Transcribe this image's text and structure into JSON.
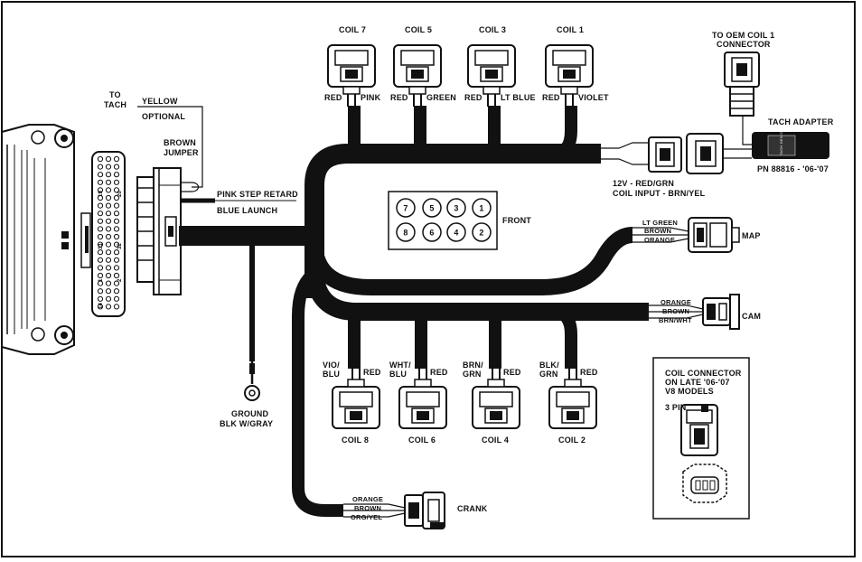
{
  "coils_top": [
    {
      "label": "COIL 7",
      "left_wire": "RED",
      "right_wire": "PINK"
    },
    {
      "label": "COIL 5",
      "left_wire": "RED",
      "right_wire": "GREEN"
    },
    {
      "label": "COIL 3",
      "left_wire": "RED",
      "right_wire": "LT BLUE"
    },
    {
      "label": "COIL 1",
      "left_wire": "RED",
      "right_wire": "VIOLET"
    }
  ],
  "coils_bottom": [
    {
      "label": "COIL 8",
      "left_wire_1": "VIO/",
      "left_wire_2": "BLU",
      "right_wire": "RED"
    },
    {
      "label": "COIL 6",
      "left_wire_1": "WHT/",
      "left_wire_2": "BLU",
      "right_wire": "RED"
    },
    {
      "label": "COIL 4",
      "left_wire_1": "BRN/",
      "left_wire_2": "GRN",
      "right_wire": "RED"
    },
    {
      "label": "COIL 2",
      "left_wire_1": "BLK/",
      "left_wire_2": "GRN",
      "right_wire": "RED"
    }
  ],
  "oem_coil": {
    "line1": "TO OEM COIL 1",
    "line2": "CONNECTOR"
  },
  "tach_adapter": {
    "label": "TACH ADAPTER",
    "pn": "PN 88816 - '06-'07",
    "body_text": "TACH GEN COIL 1"
  },
  "coil_input": {
    "line1": "12V - RED/GRN",
    "line2": "COIL INPUT - BRN/YEL"
  },
  "tach": {
    "to_line1": "TO",
    "to_line2": "TACH",
    "yellow": "YELLOW",
    "optional": "OPTIONAL"
  },
  "brown_jumper": {
    "line1": "BROWN",
    "line2": "JUMPER"
  },
  "step_retard": "PINK STEP RETARD",
  "blue_launch": "BLUE LAUNCH",
  "ground": {
    "line1": "GROUND",
    "line2": "BLK W/GRAY"
  },
  "firing_order": {
    "top": [
      "7",
      "5",
      "3",
      "1"
    ],
    "bottom": [
      "8",
      "6",
      "4",
      "2"
    ],
    "label": "FRONT"
  },
  "map": {
    "label": "MAP",
    "wires": [
      "LT GREEN",
      "BROWN",
      "ORANGE"
    ]
  },
  "cam": {
    "label": "CAM",
    "wires": [
      "ORANGE",
      "BROWN",
      "BRN/WHT"
    ]
  },
  "crank": {
    "label": "CRANK",
    "wires": [
      "ORANGE",
      "BROWN",
      "ORG/YEL"
    ]
  },
  "inset": {
    "line1": "COIL CONNECTOR",
    "line2": "ON LATE '06-'07",
    "line3": "V8 MODELS",
    "pin": "3 PIN"
  },
  "controller_pins": {
    "p19": "19",
    "p20": "20",
    "p31": "31",
    "p32": "32",
    "p1": "1",
    "p2": "2",
    "p14": "14"
  }
}
